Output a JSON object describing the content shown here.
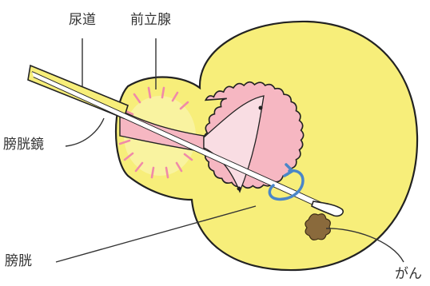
{
  "labels": {
    "urethra": "尿道",
    "prostate": "前立腺",
    "cystoscope": "膀胱鏡",
    "bladder": "膀胱",
    "cancer": "がん"
  },
  "colors": {
    "wall_yellow": "#f7ee7a",
    "mucosa_pink": "#f6b7c2",
    "radial_pink": "#f08aa8",
    "outline": "#222222",
    "rotation_arrow": "#4a86c8",
    "tumor": "#8a6a3c",
    "background": "#ffffff"
  },
  "icons": {
    "rotation": "rotation-arrow-icon"
  }
}
